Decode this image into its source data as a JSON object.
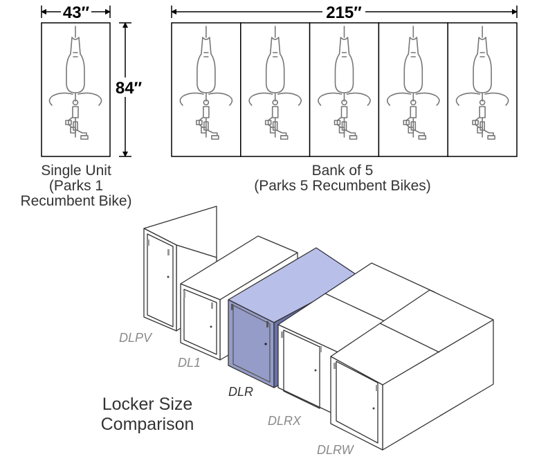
{
  "dimensions": {
    "single_width": "43″",
    "single_height": "84″",
    "bank_width": "215″"
  },
  "single_unit_caption": {
    "line1": "Single Unit",
    "line2": "(Parks 1",
    "line3": "Recumbent Bike)"
  },
  "bank_caption": {
    "line1": "Bank of 5",
    "line2": "(Parks 5 Recumbent Bikes)"
  },
  "bank_count": 5,
  "models": {
    "dlpv": "DLPV",
    "dl1": "DL1",
    "dlr": "DLR",
    "dlrx": "DLRX",
    "dlrw": "DLRW"
  },
  "highlighted_model": "DLR",
  "title": {
    "line1": "Locker Size",
    "line2": "Comparison"
  },
  "colors": {
    "highlight_top": "#b8bfe9",
    "highlight_front": "#959cc8",
    "highlight_side": "#6b72a4",
    "line": "#333333",
    "muted_label": "#8a8a8a"
  }
}
